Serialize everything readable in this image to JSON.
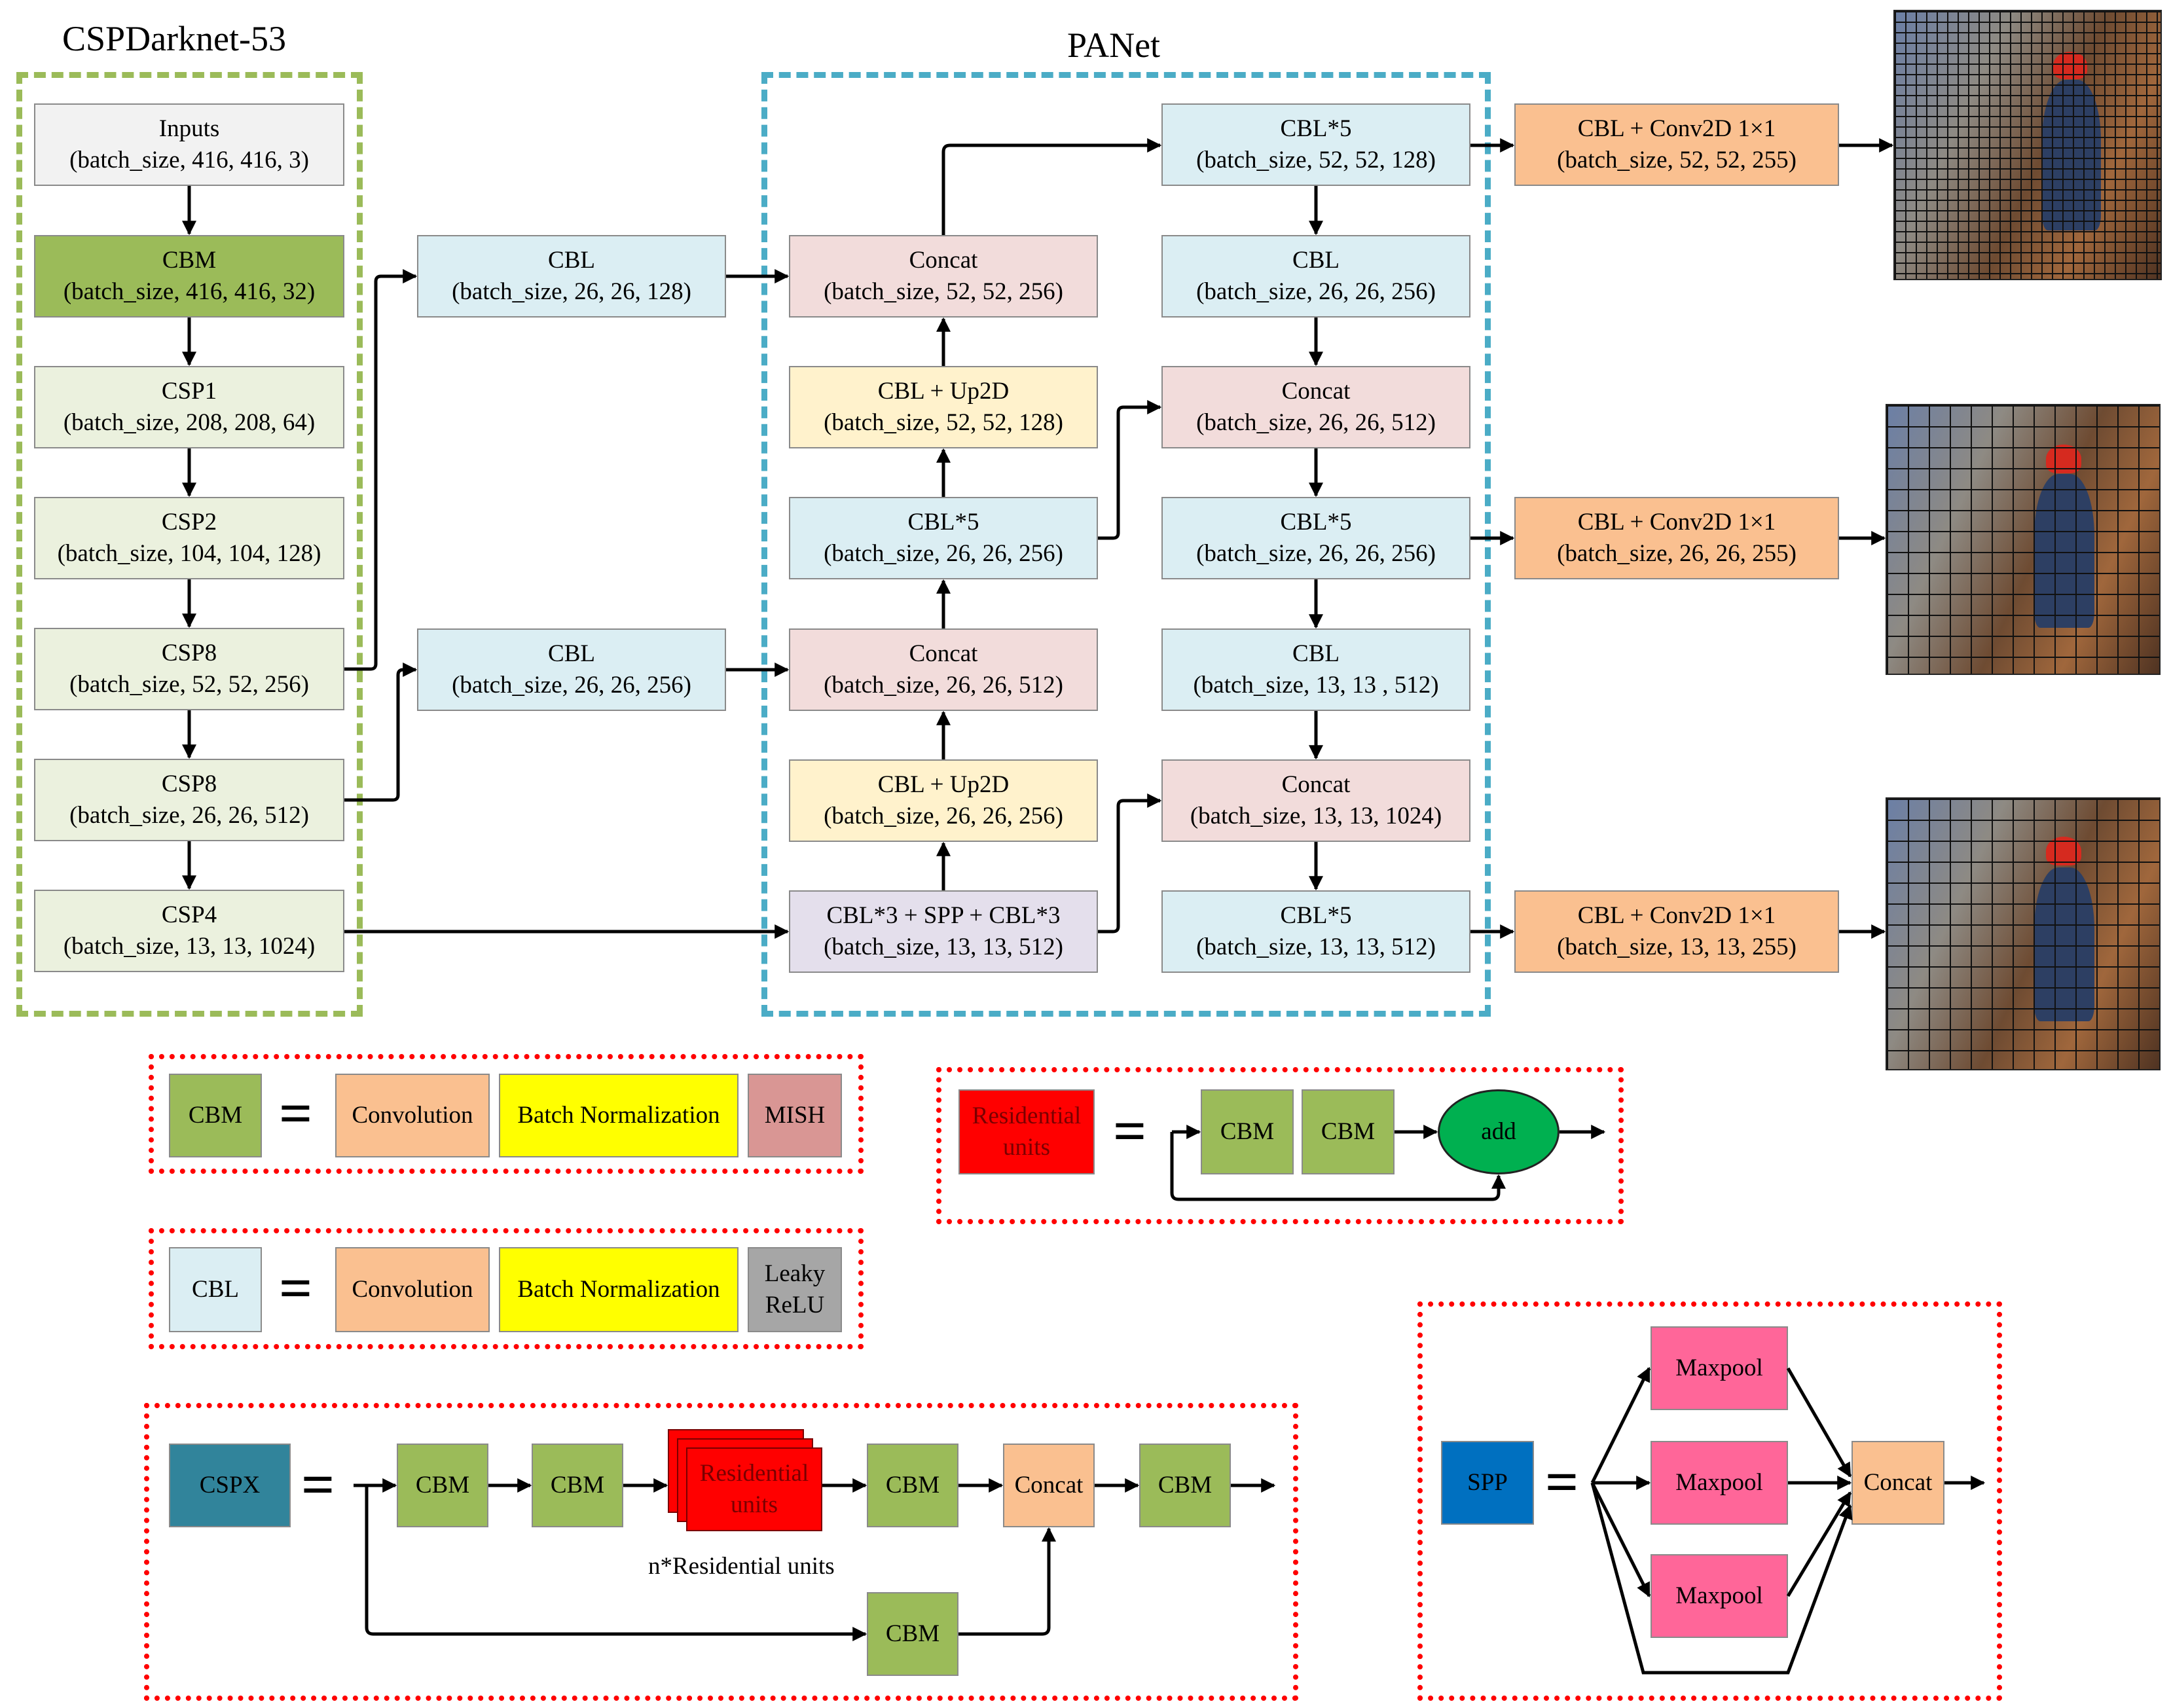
{
  "titles": {
    "backbone": "CSPDarknet-53",
    "neck": "PANet"
  },
  "backbone": [
    {
      "l1": "Inputs",
      "l2": "(batch_size, 416, 416, 3)",
      "color": "#f2f2f2"
    },
    {
      "l1": "CBM",
      "l2": "(batch_size, 416, 416, 32)",
      "color": "#9bbb59"
    },
    {
      "l1": "CSP1",
      "l2": "(batch_size, 208, 208, 64)",
      "color": "#ebf1de"
    },
    {
      "l1": "CSP2",
      "l2": "(batch_size, 104, 104, 128)",
      "color": "#ebf1de"
    },
    {
      "l1": "CSP8",
      "l2": "(batch_size, 52, 52, 256)",
      "color": "#ebf1de"
    },
    {
      "l1": "CSP8",
      "l2": "(batch_size, 26, 26, 512)",
      "color": "#ebf1de"
    },
    {
      "l1": "CSP4",
      "l2": "(batch_size, 13, 13, 1024)",
      "color": "#ebf1de"
    }
  ],
  "mid": [
    {
      "l1": "CBL",
      "l2": "(batch_size, 26, 26, 128)",
      "color": "#dbeef3"
    },
    {
      "l1": "CBL",
      "l2": "(batch_size, 26, 26, 256)",
      "color": "#dbeef3"
    }
  ],
  "pan_left": [
    {
      "l1": "Concat",
      "l2": "(batch_size, 52, 52, 256)",
      "color": "#f2dcdb"
    },
    {
      "l1": "CBL + Up2D",
      "l2": "(batch_size, 52, 52, 128)",
      "color": "#fff2cc"
    },
    {
      "l1": "CBL*5",
      "l2": "(batch_size, 26, 26, 256)",
      "color": "#dbeef3"
    },
    {
      "l1": "Concat",
      "l2": "(batch_size, 26, 26, 512)",
      "color": "#f2dcdb"
    },
    {
      "l1": "CBL + Up2D",
      "l2": "(batch_size, 26, 26, 256)",
      "color": "#fff2cc"
    },
    {
      "l1": "CBL*3 + SPP + CBL*3",
      "l2": "(batch_size, 13, 13, 512)",
      "color": "#e4dfec"
    }
  ],
  "pan_right": [
    {
      "l1": "CBL*5",
      "l2": "(batch_size, 52, 52, 128)",
      "color": "#dbeef3"
    },
    {
      "l1": "CBL",
      "l2": "(batch_size, 26, 26, 256)",
      "color": "#dbeef3"
    },
    {
      "l1": "Concat",
      "l2": "(batch_size, 26, 26, 512)",
      "color": "#f2dcdb"
    },
    {
      "l1": "CBL*5",
      "l2": "(batch_size, 26, 26, 256)",
      "color": "#dbeef3"
    },
    {
      "l1": "CBL",
      "l2": "(batch_size, 13, 13 , 512)",
      "color": "#dbeef3"
    },
    {
      "l1": "Concat",
      "l2": "(batch_size, 13, 13, 1024)",
      "color": "#f2dcdb"
    },
    {
      "l1": "CBL*5",
      "l2": "(batch_size, 13, 13, 512)",
      "color": "#dbeef3"
    }
  ],
  "heads": [
    {
      "l1": "CBL + Conv2D 1×1",
      "l2": "(batch_size, 52, 52, 255)",
      "color": "#fac090"
    },
    {
      "l1": "CBL + Conv2D 1×1",
      "l2": "(batch_size, 26, 26, 255)",
      "color": "#fac090"
    },
    {
      "l1": "CBL + Conv2D 1×1",
      "l2": "(batch_size, 13, 13, 255)",
      "color": "#fac090"
    }
  ],
  "legend": {
    "equals": "=",
    "cbm": {
      "name": "CBM",
      "conv": "Convolution",
      "bn": "Batch Normalization",
      "act": "MISH"
    },
    "cbl": {
      "name": "CBL",
      "conv": "Convolution",
      "bn": "Batch Normalization",
      "act1": "Leaky",
      "act2": "ReLU"
    },
    "res": {
      "name1": "Residential",
      "name2": "units",
      "cbm1": "CBM",
      "cbm2": "CBM",
      "add": "add"
    },
    "cspx": {
      "name": "CSPX",
      "cbm1": "CBM",
      "cbm2": "CBM",
      "res1": "Residential",
      "res2": "units",
      "cbm3": "CBM",
      "concat": "Concat",
      "cbm4": "CBM",
      "cbm5": "CBM",
      "note": "n*Residential units"
    },
    "spp": {
      "name": "SPP",
      "pool1": "Maxpool",
      "pool2": "Maxpool",
      "pool3": "Maxpool",
      "concat": "Concat"
    }
  },
  "colors": {
    "green_dash": "#9bbb59",
    "blue_dash": "#4bacc6",
    "red_dash": "#ff0000",
    "cbm": "#9bbb59",
    "cbl": "#dbeef3",
    "conv": "#fac090",
    "bn": "#ffff00",
    "mish": "#d99694",
    "leaky": "#a6a6a6",
    "res": "#ff0000",
    "add": "#00b050",
    "cspx": "#31849b",
    "spp": "#0070c0",
    "maxpool": "#ff6699",
    "concat": "#fac090"
  }
}
